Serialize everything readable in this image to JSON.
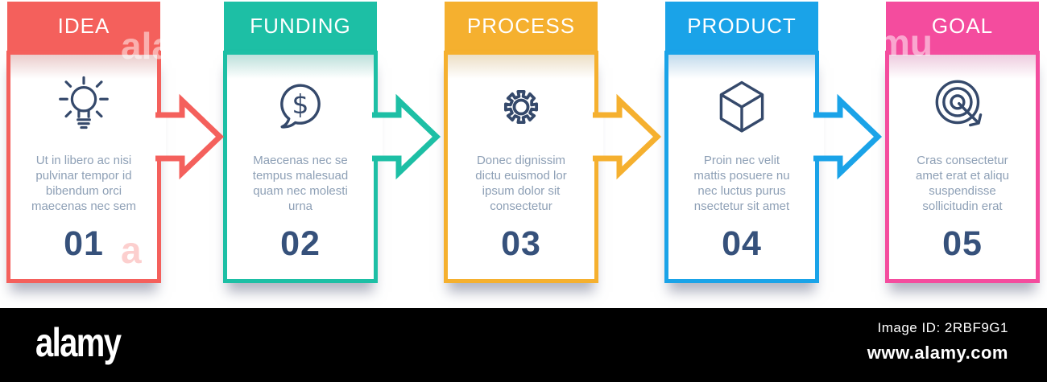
{
  "infographic": {
    "steps": [
      {
        "title": "IDEA",
        "number": "01",
        "icon": "lightbulb-icon",
        "color": "#F4605C",
        "description": "Ut in libero ac nisi\npulvinar tempor id\nbibendum orci\nmaecenas nec sem"
      },
      {
        "title": "FUNDING",
        "number": "02",
        "icon": "dollar-speech-bubble-icon",
        "color": "#1DBFA5",
        "description": "Maecenas nec se\ntempus malesuad\nquam nec molesti\nurna"
      },
      {
        "title": "PROCESS",
        "number": "03",
        "icon": "gear-icon",
        "color": "#F5B02F",
        "description": "Donec dignissim\ndictu euismod lor\nipsum dolor sit\nconsectetur"
      },
      {
        "title": "PRODUCT",
        "number": "04",
        "icon": "cube-icon",
        "color": "#1AA3E8",
        "description": "Proin nec velit\nmattis posuere nu\nnec luctus purus\nnsectetur sit amet"
      },
      {
        "title": "GOAL",
        "number": "05",
        "icon": "target-dart-icon",
        "color": "#F44C9E",
        "description": "Cras consectetur\namet erat et aliqu\nsuspendisse\nsollicitudin erat"
      }
    ],
    "icon_stroke_color": "#35496B",
    "number_color": "#36517B",
    "description_color": "#8EA0B6"
  },
  "watermarks": [
    {
      "text": "ala"
    },
    {
      "text": "mu"
    },
    {
      "text": "a"
    }
  ],
  "footer": {
    "logo_text": "alamy",
    "image_id": "Image ID: 2RBF9G1",
    "url": "www.alamy.com"
  }
}
